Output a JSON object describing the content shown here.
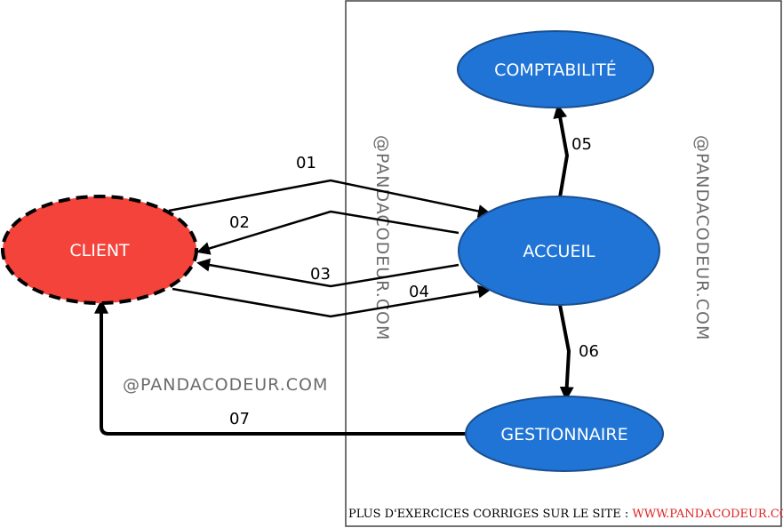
{
  "nodes": {
    "client": "CLIENT",
    "accueil": "ACCUEIL",
    "comptabilite": "COMPTABILITÉ",
    "gestionnaire": "GESTIONNAIRE"
  },
  "flows": {
    "f01": "01",
    "f02": "02",
    "f03": "03",
    "f04": "04",
    "f05": "05",
    "f06": "06",
    "f07": "07"
  },
  "watermarks": {
    "left": "@PANDACODEUR.COM",
    "center_vertical": "@PANDACODEUR.COM",
    "right_vertical": "@PANDACODEUR.COM"
  },
  "footer": {
    "text": "PLUS D'EXERCICES CORRIGES  SUR LE SITE : ",
    "site": "WWW.PANDACODEUR.COM"
  },
  "colors": {
    "client_fill": "#f4433b",
    "node_fill": "#1f74d6",
    "node_stroke": "#1a4f8f",
    "footer_link": "#e02020"
  }
}
